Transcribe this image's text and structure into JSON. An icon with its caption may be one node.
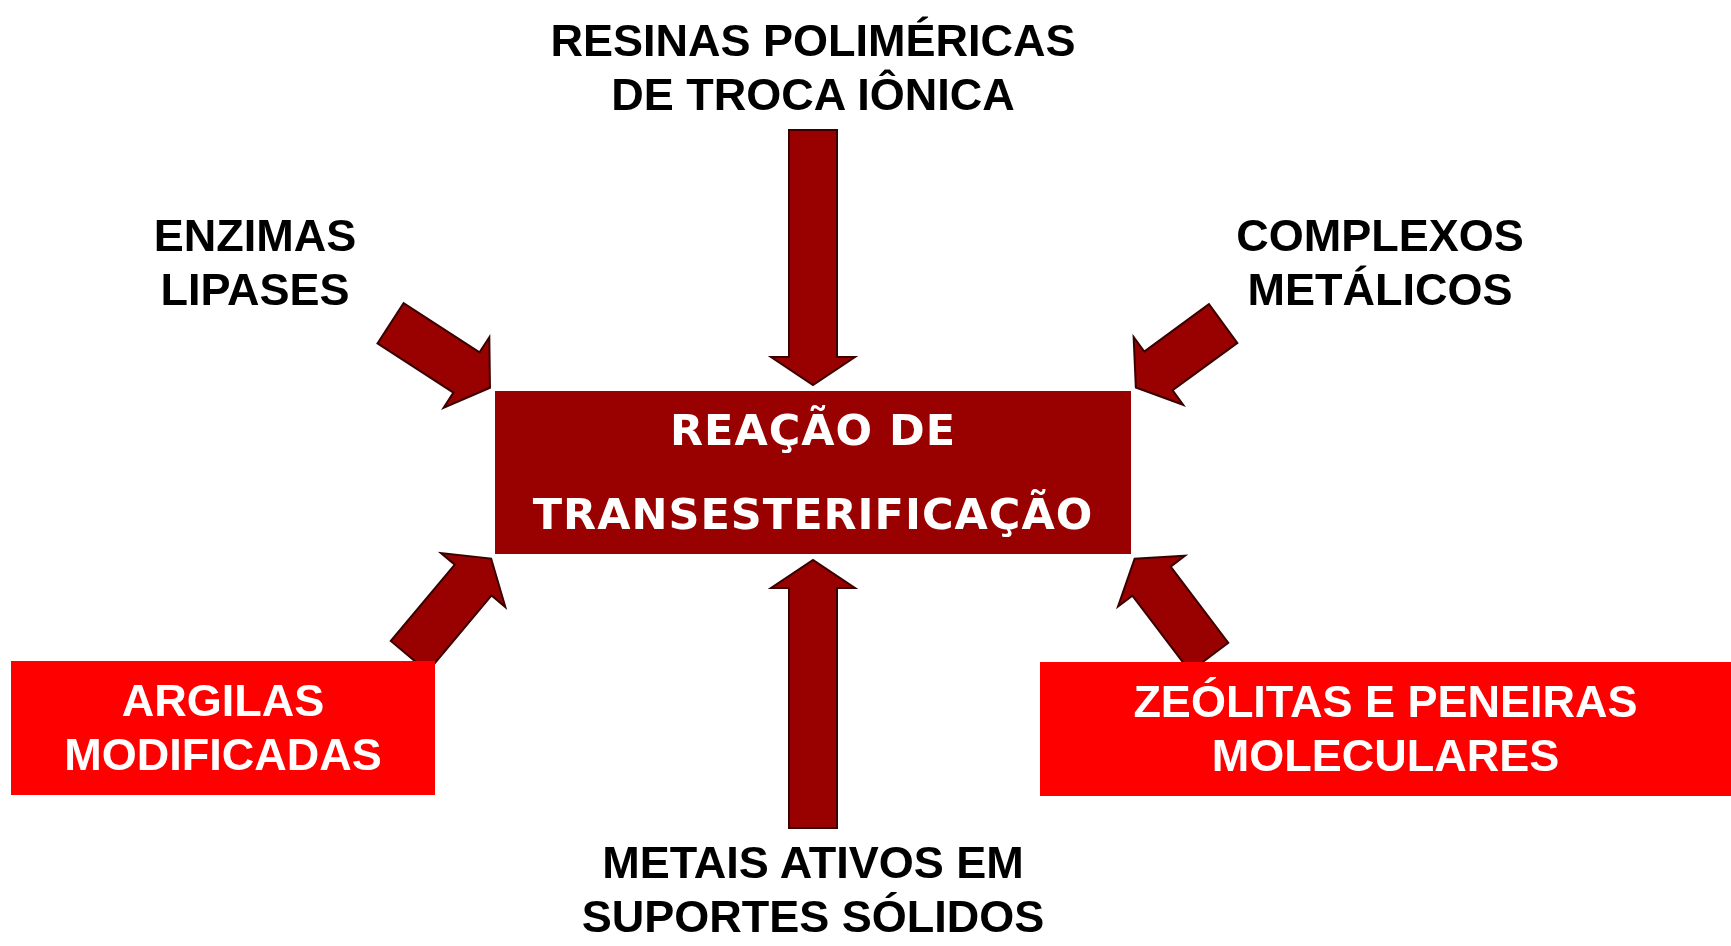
{
  "diagram": {
    "nodes": [
      {
        "text": [
          "RESINAS POLIMÉRICAS DE TROCA IÔNICA"
        ]
      },
      {
        "text": [
          "ENZIMAS LIPASES"
        ]
      },
      {
        "text": [
          "COMPLEXOS METÁLICOS"
        ]
      },
      {
        "text": [
          "REAÇÃO DE TRANSESTERIFICAÇÃO"
        ]
      },
      {
        "text": [
          "ARGILAS MODIFICADAS"
        ]
      },
      {
        "text": [
          "ZEÓLITAS E PENEIRAS MOLECULARES"
        ]
      },
      {
        "text": [
          "METAIS ATIVOS EM SUPORTES SÓLIDOS"
        ]
      }
    ],
    "edges": [
      {
        "from": 0,
        "to": 3,
        "arrow": "to"
      },
      {
        "from": 1,
        "to": 3,
        "arrow": "to"
      },
      {
        "from": 2,
        "to": 3,
        "arrow": "to"
      },
      {
        "from": 4,
        "to": 3,
        "arrow": "to"
      },
      {
        "from": 5,
        "to": 3,
        "arrow": "to"
      },
      {
        "from": 6,
        "to": 3,
        "arrow": "to"
      }
    ]
  }
}
